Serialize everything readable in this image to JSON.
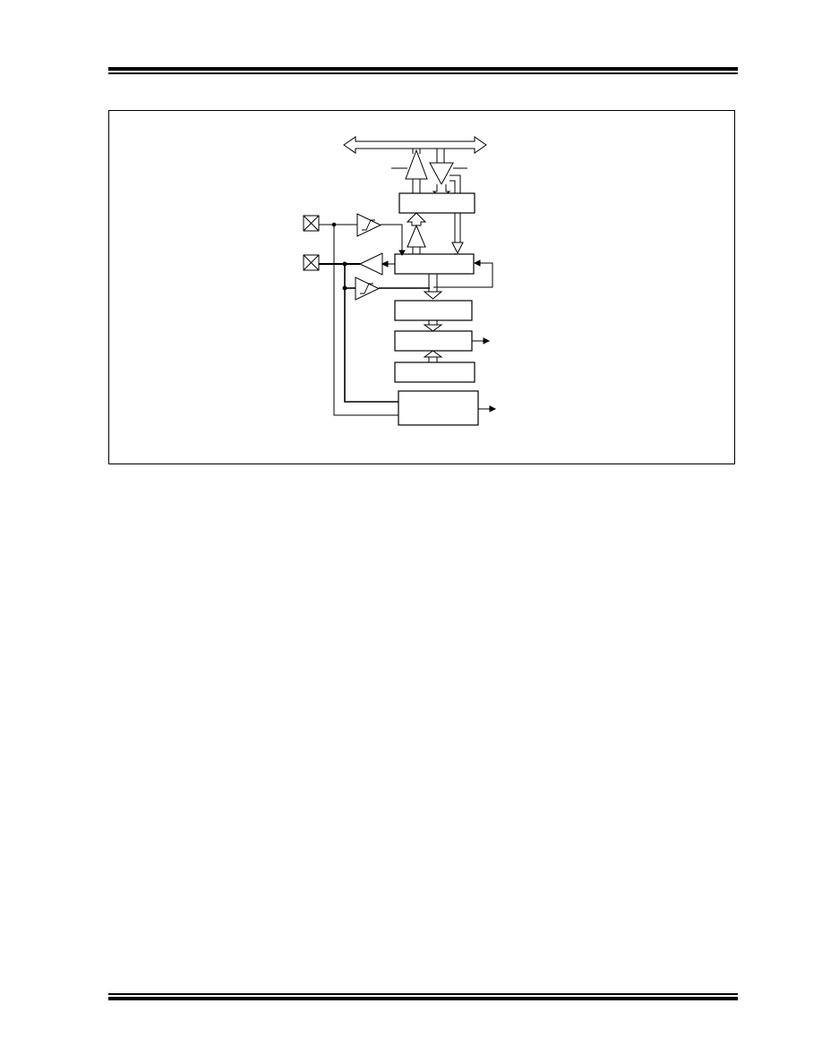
{
  "colors": {
    "ink": "#000000",
    "paper": "#ffffff"
  },
  "diagram": {
    "pins": [
      {
        "icon": "pin-pad-icon"
      },
      {
        "icon": "pin-pad-icon"
      }
    ],
    "buffers": [
      {
        "icon": "schmitt-trigger-icon"
      },
      {
        "icon": "output-driver-icon"
      },
      {
        "icon": "schmitt-trigger-icon"
      }
    ],
    "blocks": [
      {
        "id": "block-top"
      },
      {
        "id": "block-shift"
      },
      {
        "id": "block-mid"
      },
      {
        "id": "block-compare"
      },
      {
        "id": "block-lower"
      },
      {
        "id": "block-control"
      }
    ]
  }
}
